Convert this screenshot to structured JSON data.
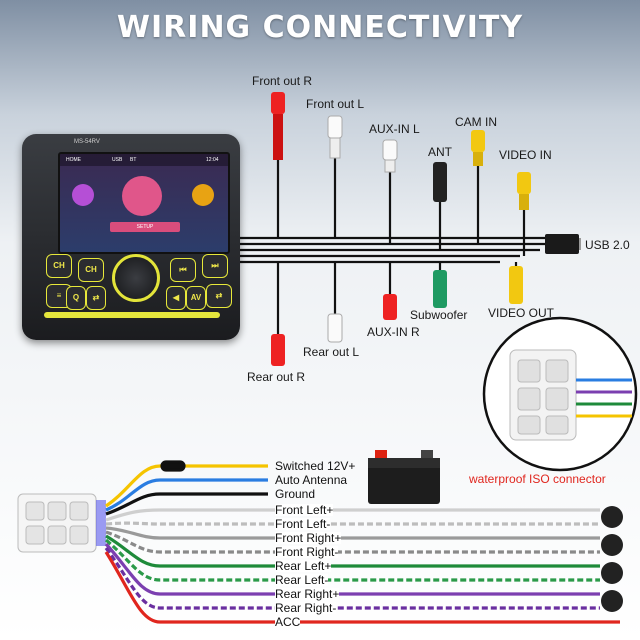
{
  "title": "WIRING CONNECTIVITY",
  "unit": {
    "model": "MS-54RV",
    "screen_home": "HOME",
    "screen_usb": "USB",
    "screen_bt": "BT",
    "screen_time": "12:04",
    "screen_setup": "SETUP",
    "keys": [
      "CH",
      "CH",
      "⏮",
      "⏭",
      "≡",
      "Q",
      "⇄",
      "◀",
      "AV",
      "⇄"
    ]
  },
  "top_labels": {
    "front_r": "Front out R",
    "front_l": "Front out L",
    "aux_l": "AUX-IN L",
    "cam": "CAM IN",
    "ant": "ANT",
    "video_in": "VIDEO IN",
    "usb": "USB 2.0",
    "sub": "Subwoofer",
    "video_out": "VIDEO OUT",
    "aux_r": "AUX-IN R",
    "rear_l": "Rear out L",
    "rear_r": "Rear out R"
  },
  "iso_label": "waterproof ISO connector",
  "wires": [
    {
      "label": "Switched 12V+",
      "color": "#f5c400"
    },
    {
      "label": "Auto Antenna",
      "color": "#2a7de1"
    },
    {
      "label": "Ground",
      "color": "#111111"
    },
    {
      "label": "Front Left+",
      "color": "#cfcfcf"
    },
    {
      "label": "Front Left-",
      "color": "#bdbdbd"
    },
    {
      "label": "Front Right+",
      "color": "#9a9a9a"
    },
    {
      "label": "Front Right-",
      "color": "#8a8a8a"
    },
    {
      "label": "Rear Left+",
      "color": "#1e8a3a"
    },
    {
      "label": "Rear Left-",
      "color": "#2b9a49"
    },
    {
      "label": "Rear Right+",
      "color": "#7b3fb0"
    },
    {
      "label": "Rear Right-",
      "color": "#6a2fa0"
    },
    {
      "label": "ACC",
      "color": "#e0261e"
    }
  ]
}
